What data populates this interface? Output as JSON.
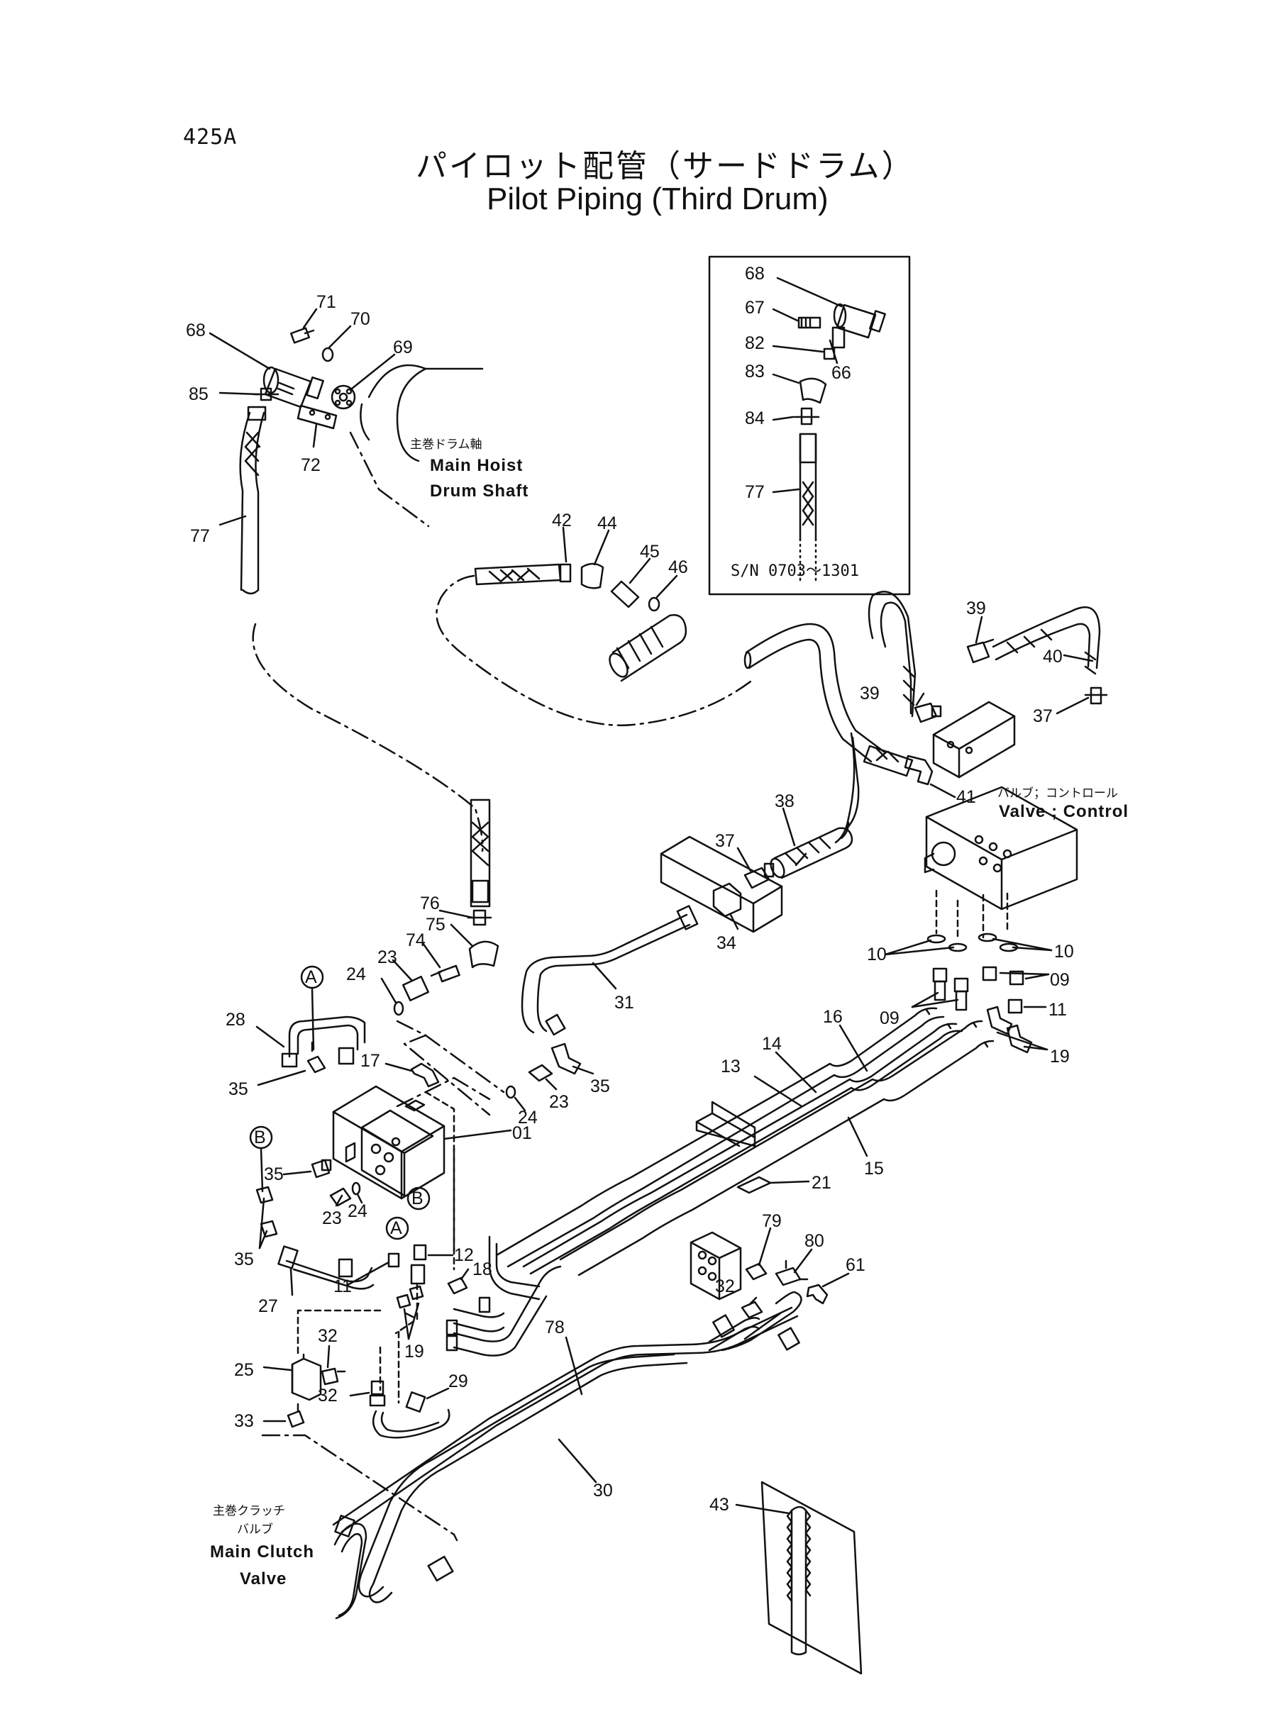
{
  "page": {
    "code": "425A"
  },
  "title": {
    "ja": "パイロット配管（サードドラム）",
    "en": "Pilot Piping (Third Drum)"
  },
  "inset": {
    "serial": "S/N 0703～1301",
    "parts": [
      "68",
      "67",
      "82",
      "66",
      "83",
      "84",
      "77"
    ]
  },
  "annotations": {
    "main_hoist_drum_shaft": {
      "ja": "主巻ドラム軸",
      "en1": "Main Hoist",
      "en2": "Drum Shaft"
    },
    "valve_control": {
      "ja": "バルブ；コントロール",
      "en": "Valve ; Control"
    },
    "main_clutch_valve": {
      "ja1": "主巻クラッチ",
      "ja2": "バルブ",
      "en1": "Main Clutch",
      "en2": "Valve"
    }
  },
  "callouts": {
    "p71": "71",
    "p70": "70",
    "p68": "68",
    "p69": "69",
    "p85": "85",
    "p72": "72",
    "p77": "77",
    "p42": "42",
    "p44": "44",
    "p45": "45",
    "p46": "46",
    "p39a": "39",
    "p39b": "39",
    "p40": "40",
    "p37a": "37",
    "p41": "41",
    "p38": "38",
    "p37b": "37",
    "p34": "34",
    "p31": "31",
    "p76": "76",
    "p75": "75",
    "p74": "74",
    "p23a": "23",
    "p24a": "24",
    "p28": "28",
    "p35a": "35",
    "p17": "17",
    "p24b": "24",
    "p23b": "23",
    "p35b": "35",
    "p01": "01",
    "p35c": "35",
    "p23c": "23",
    "p24c": "24",
    "p35d": "35",
    "p27": "27",
    "p11a": "11",
    "p12": "12",
    "p18": "18",
    "p19a": "19",
    "p10a": "10",
    "p10b": "10",
    "p09a": "09",
    "p09b": "09",
    "p11b": "11",
    "p19b": "19",
    "p16": "16",
    "p14": "14",
    "p13": "13",
    "p15": "15",
    "p21": "21",
    "p79": "79",
    "p80": "80",
    "p61": "61",
    "p32a": "32",
    "p78": "78",
    "p32b": "32",
    "p25": "25",
    "p32c": "32",
    "p29": "29",
    "p33": "33",
    "p30": "30",
    "p43": "43",
    "circleA1": "A",
    "circleB1": "B",
    "circleA2": "A",
    "circleB2": "B"
  }
}
